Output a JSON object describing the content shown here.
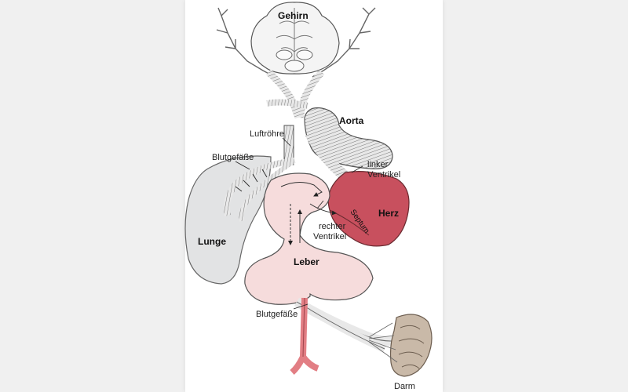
{
  "labels": {
    "gehirn": "Gehirn",
    "aorta": "Aorta",
    "luftroehre": "Luftröhre",
    "blutgefaesse_top": "Blutgefäße",
    "linker_1": "linker",
    "linker_2": "Ventrikel",
    "herz": "Herz",
    "septum": "Septum",
    "lunge": "Lunge",
    "rechter_1": "rechter",
    "rechter_2": "Ventrikel",
    "leber": "Leber",
    "blutgefaesse_bottom": "Blutgefäße",
    "darm": "Darm"
  },
  "colors": {
    "background": "#f0f0f0",
    "paper": "#ffffff",
    "heart": "#c8505e",
    "liver": "#f6dcdc",
    "lung": "#e2e3e4",
    "intestine": "#c9b9a8",
    "vessel": "#e5e5e5",
    "outline": "#555555"
  }
}
